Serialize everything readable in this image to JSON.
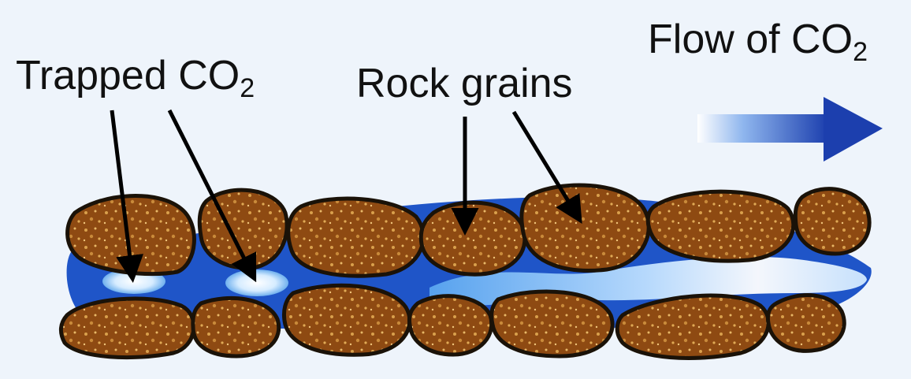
{
  "labels": {
    "flow": {
      "text": "Flow of CO",
      "sub": "2"
    },
    "trapped": {
      "text": "Trapped CO",
      "sub": "2"
    },
    "rock": {
      "text": "Rock grains"
    }
  },
  "colors": {
    "background": "#eef4fb",
    "grain_fill": "#8e4a12",
    "grain_outline": "#1a1208",
    "grain_speck": "#d9a04c",
    "pore_water": "#1f55c8",
    "co2_light": "#cfe8ff",
    "arrow_head": "#1c3fae"
  }
}
